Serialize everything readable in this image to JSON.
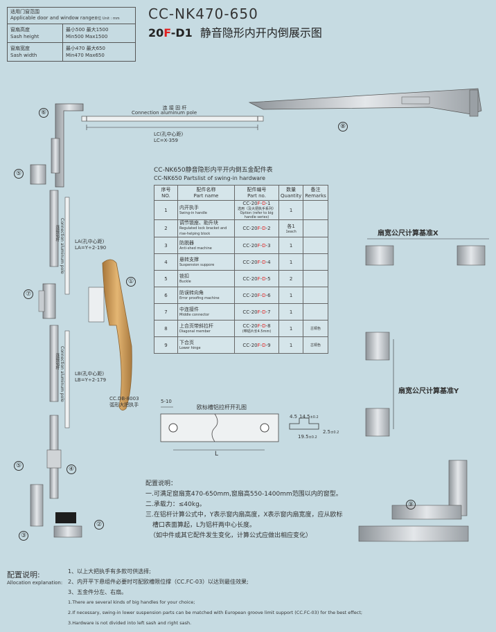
{
  "spec_table": {
    "header_zh": "适用门窗范围",
    "header_en": "Applicable door and window range",
    "header_unit": "单位 Unit : mm",
    "rows": [
      {
        "label_zh": "窗扇高度",
        "label_en": "Sash height",
        "value_zh": "最小500  最大1500",
        "value_en": "Min500  Max1500"
      },
      {
        "label_zh": "窗扇宽度",
        "label_en": "Sash width",
        "value_zh": "最小470  最大650",
        "value_en": "Min470  Max650"
      }
    ]
  },
  "title": {
    "model": "CC-NK470-650",
    "prefix": "20",
    "f": "F",
    "dash": "-",
    "d1": "D1",
    "name_zh": "静音隐形内开内倒展示图"
  },
  "diagram_labels": {
    "connection_zh": "连  接  固  杆",
    "connection_en": "Connection aluminum pole",
    "lc_zh": "LC(孔中心距)",
    "lc_formula": "LC=X-359",
    "la_zh": "LA(孔中心距)",
    "la_formula": "LA=Y÷2-190",
    "lb_zh": "LB(孔中心距)",
    "lb_formula": "LB=Y÷2-179",
    "vertical_zh": "连接铝杆",
    "vertical_en": "Connection aluminum pole",
    "handle_code": "CC.DB-8003",
    "handle_name": "弧形大把执手",
    "groove_title": "欧标槽铝拉杆开孔图",
    "dim_5_10": "5-10",
    "dim_L": "L",
    "dim_4_5": "4.5",
    "dim_14_5": "14.5",
    "dim_14_5_tol": "±0.2",
    "dim_19_5": "19.5",
    "dim_19_5_tol": "±0.2",
    "dim_2_5": "2.5",
    "dim_2_5_tol": "±0.2",
    "width_base": "扇宽公尺计算基准X",
    "height_base": "扇宽公尺计算基准Y"
  },
  "callouts": [
    "①",
    "②",
    "③",
    "④",
    "⑤",
    "⑤",
    "⑥",
    "⑦",
    "⑧",
    "⑨"
  ],
  "parts": {
    "title_zh": "CC-NK650静音隐形内平开内倒五金配件表",
    "title_en": "CC-NK650 Partslist of swing-in hardware",
    "headers": {
      "no_zh": "序号",
      "no_en": "NO.",
      "name_zh": "配件名称",
      "name_en": "Part name",
      "code_zh": "配件编号",
      "code_en": "Part no.",
      "qty_zh": "数量",
      "qty_en": "Quantity",
      "rem_zh": "备注",
      "rem_en": "Remarks"
    },
    "code_prefix": "CC-20",
    "rows": [
      {
        "no": "1",
        "name_zh": "内开执手",
        "name_en": "Swing-in handle",
        "code_suffix": "1",
        "code_note_zh": "选用（及大把执手系列）",
        "code_note_en": "Option (refer to big handle series)",
        "qty": "1",
        "qty_note": "",
        "remark": ""
      },
      {
        "no": "2",
        "name_zh": "调节锁座、助升块",
        "name_en": "Regulated lock bracket and rise-helping block",
        "code_suffix": "2",
        "code_note_zh": "",
        "code_note_en": "",
        "qty": "各1",
        "qty_note": "1each",
        "remark": ""
      },
      {
        "no": "3",
        "name_zh": "防脱器",
        "name_en": "Anti-shed machine",
        "code_suffix": "3",
        "code_note_zh": "",
        "code_note_en": "",
        "qty": "1",
        "qty_note": "",
        "remark": ""
      },
      {
        "no": "4",
        "name_zh": "悬转支撑",
        "name_en": "Suspension suppore",
        "code_suffix": "4",
        "code_note_zh": "",
        "code_note_en": "",
        "qty": "1",
        "qty_note": "",
        "remark": ""
      },
      {
        "no": "5",
        "name_zh": "锁扣",
        "name_en": "Buckle",
        "code_suffix": "5",
        "code_note_zh": "",
        "code_note_en": "",
        "qty": "2",
        "qty_note": "",
        "remark": ""
      },
      {
        "no": "6",
        "name_zh": "防误转向角",
        "name_en": "Error proofing machine",
        "code_suffix": "6",
        "code_note_zh": "",
        "code_note_en": "",
        "qty": "1",
        "qty_note": "",
        "remark": ""
      },
      {
        "no": "7",
        "name_zh": "中连接件",
        "name_en": "Middle connector",
        "code_suffix": "7",
        "code_note_zh": "",
        "code_note_en": "",
        "qty": "1",
        "qty_note": "",
        "remark": ""
      },
      {
        "no": "8",
        "name_zh": "上合页带斜拉杆",
        "name_en": "Diagonal member",
        "code_suffix": "8",
        "code_note_zh": "(带铝片长4.5mm)",
        "code_note_en": "",
        "qty": "1",
        "qty_note": "",
        "remark": "古铜色"
      },
      {
        "no": "9",
        "name_zh": "下合页",
        "name_en": "Lower hinge",
        "code_suffix": "9",
        "code_note_zh": "",
        "code_note_en": "",
        "qty": "1",
        "qty_note": "",
        "remark": "古铜色"
      }
    ]
  },
  "config": {
    "title": "配置说明：",
    "lines": [
      "一.可满足窗扇宽470-650mm,窗扇高550-1400mm范围以内的窗型。",
      "二.承载力：≤40kg。",
      "三.在铝杆计算公式中，Y表示窗内扇高度，X表示窗内扇宽度，应从欧标",
      "槽口表面算起，L为铝杆两中心长度。",
      "（如中件或其它配件发生变化，计算公式应做出相应变化）"
    ]
  },
  "allocation": {
    "label_zh": "配置说明:",
    "label_en": "Allocation explanation:",
    "lines_zh": [
      "1、以上大把执手有多款可供选择;",
      "2、内开平下悬组件必要时可配欧槽限位撑（CC.FC-03）以达到最佳效果;",
      "3、五金件分左、右扇。"
    ],
    "lines_en": [
      "1.There are several kinds of big handles for your choice;",
      "2.If necessary, swing-in lower suspension parts can be matched with European groove limit support (CC.FC-03) for the best effect;",
      "3.Hardware is not divided into left sash and right sash."
    ]
  },
  "colors": {
    "background": "#c6dbe2",
    "accent_red": "#e02020",
    "handle_gold": "#c9964f",
    "metal": "#b9bec2"
  }
}
